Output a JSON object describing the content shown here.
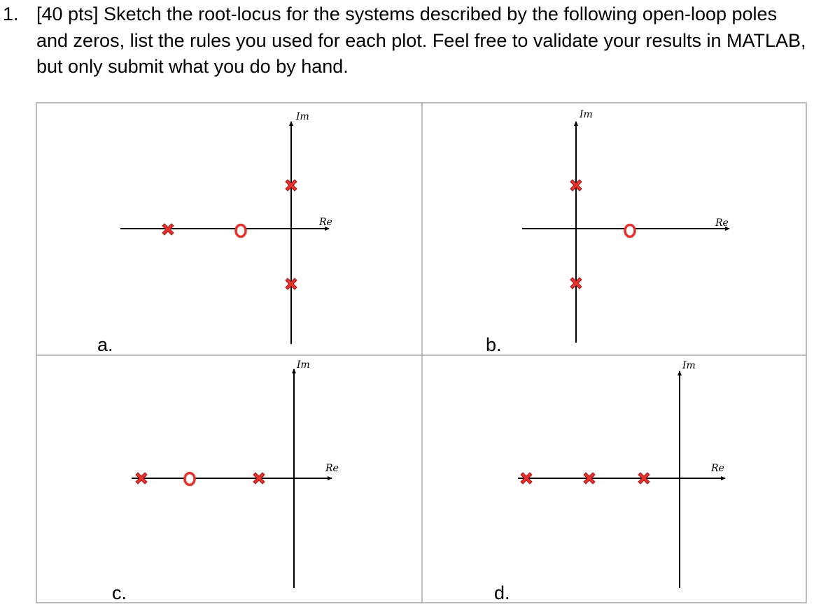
{
  "question": {
    "number": "1.",
    "text": "[40 pts] Sketch the root-locus for the systems described by the following open-loop poles and zeros, list the rules you used for each plot. Feel free to validate your results in MATLAB, but only submit what you do by hand."
  },
  "axes": {
    "real_label": "Re",
    "imag_label": "Im"
  },
  "panels": [
    {
      "label": "a."
    },
    {
      "label": "b."
    },
    {
      "label": "c."
    },
    {
      "label": "d."
    }
  ],
  "colors": {
    "marker_fill": "#e8322d",
    "marker_stroke": "#a01f1c",
    "axis": "#000000",
    "grid_border": "#9a9a9a"
  }
}
